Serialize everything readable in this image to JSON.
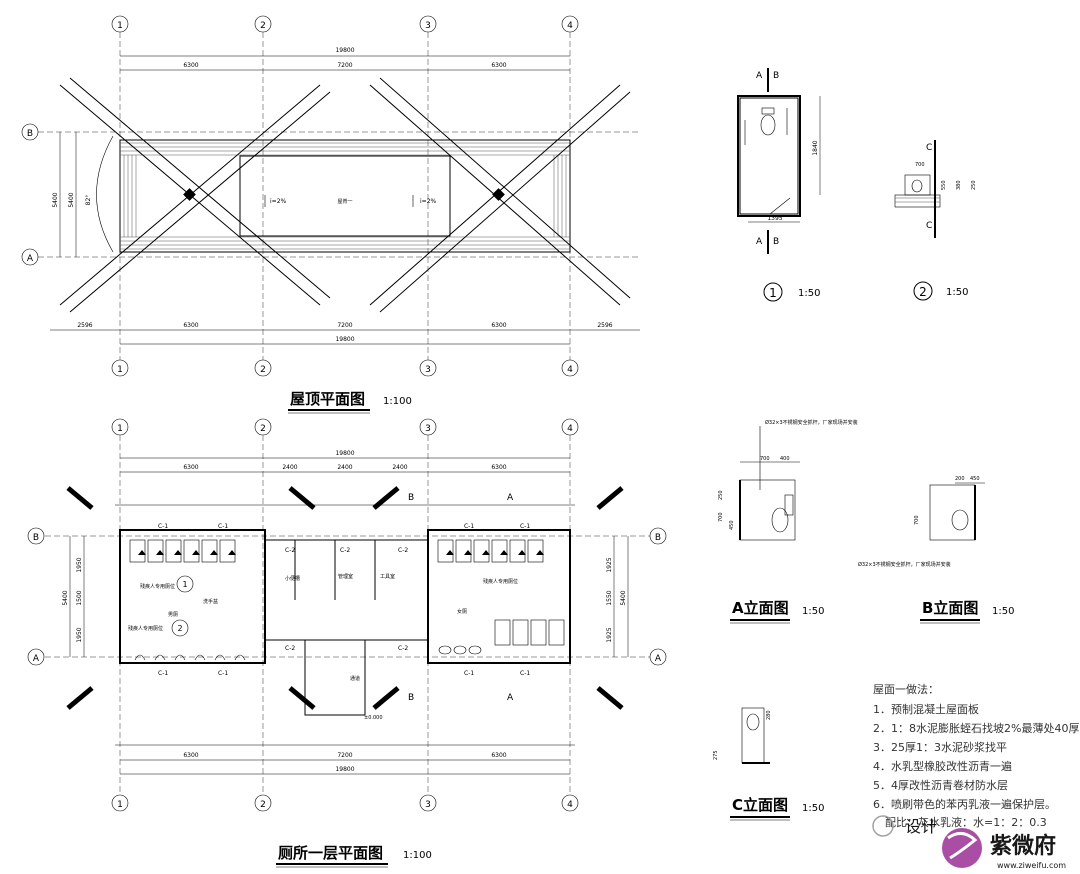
{
  "axes": {
    "grid_numbers": [
      "1",
      "2",
      "3",
      "4"
    ],
    "grid_letters": [
      "A",
      "B"
    ]
  },
  "roof_plan": {
    "title": "屋顶平面图",
    "scale": "1:100",
    "dim_total": "19800",
    "dim_spans": [
      "6300",
      "7200",
      "6300"
    ],
    "dim_bottom": [
      "2596",
      "6300",
      "7200",
      "6300",
      "2596"
    ],
    "dim_depth": "5400",
    "dim_angle": "82°",
    "slope_label": "i=2%",
    "roof_label": "屋脊一"
  },
  "floor_plan": {
    "title": "厕所一层平面图",
    "scale": "1:100",
    "dim_total": "19800",
    "dim_top": [
      "6300",
      "2400",
      "2400",
      "2400",
      "6300"
    ],
    "dim_bottom_spans": [
      "6300",
      "7200",
      "6300"
    ],
    "dim_depth_left": [
      "1950",
      "1500",
      "1950"
    ],
    "dim_depth_right": [
      "1925",
      "1550",
      "1925"
    ],
    "dim_depth_total": "5400",
    "rooms": {
      "male": "男厕",
      "female": "女厕",
      "manager": "管理室",
      "tools": "工具室",
      "passage": "通道",
      "urinal": "小便槽",
      "disabled": "残疾人专用厕位",
      "sink": "洗手盆"
    },
    "window_labels": [
      "C-1",
      "C-2"
    ],
    "level": "±0.000",
    "section_labels": [
      "A",
      "B"
    ],
    "circle_marks": [
      "1",
      "2"
    ]
  },
  "detail_1": {
    "label": "1",
    "scale": "1:50",
    "dims": [
      "1840",
      "1395"
    ]
  },
  "detail_2": {
    "label": "2",
    "scale": "1:50",
    "dims": [
      "700",
      "550",
      "380",
      "250"
    ]
  },
  "elevation_a": {
    "title": "A立面图",
    "scale": "1:50",
    "note": "Ø32×3不锈钢安全抓杆，厂家现场并安装",
    "dims": [
      "700",
      "400",
      "250",
      "700",
      "450"
    ]
  },
  "elevation_b": {
    "title": "B立面图",
    "scale": "1:50",
    "note": "Ø32×3不锈钢安全抓杆，厂家现场并安装",
    "dims": [
      "200",
      "450",
      "700"
    ]
  },
  "elevation_c": {
    "title": "C立面图",
    "scale": "1:50",
    "dims": [
      "275",
      "280"
    ]
  },
  "roof_notes": {
    "heading": "屋面一做法：",
    "items": [
      "1．预制混凝土屋面板",
      "2．1：8水泥膨胀蛭石找坡2%最薄处40厚",
      "3．25厚1：3水泥砂浆找平",
      "4．水乳型橡胶改性沥青一遍",
      "5．4厚改性沥青卷材防水层",
      "6．喷刷带色的苯丙乳液一遍保护层。",
      "配比：灰水乳液：水=1：2：0.3"
    ]
  },
  "watermark": {
    "brand": "紫微府",
    "url": "www.ziweifu.com",
    "wechat_text": "设计"
  }
}
